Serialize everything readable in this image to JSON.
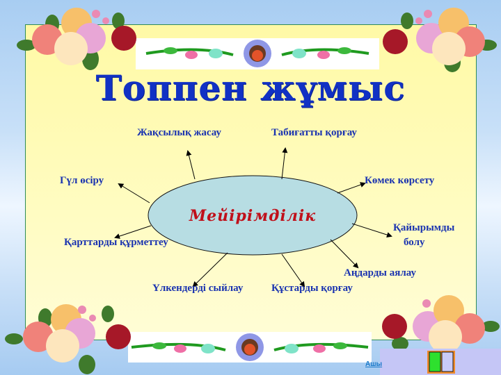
{
  "slide": {
    "title": "Топпен жұмыс",
    "center_concept": "Мейірімділік",
    "branches": [
      {
        "id": "good-deeds",
        "label": "Жақсылық жасау"
      },
      {
        "id": "protect-nature",
        "label": "Табиғатты қорғау"
      },
      {
        "id": "help",
        "label": "Көмек көрсету"
      },
      {
        "id": "grow-flowers",
        "label": "Гүл өсіру"
      },
      {
        "id": "be-kind",
        "label_line1": "Қайырымды",
        "label_line2": "болу"
      },
      {
        "id": "respect-elderly",
        "label": "Қарттарды құрметтеу"
      },
      {
        "id": "care-animals",
        "label": "Аңдарды аялау"
      },
      {
        "id": "respect-elders",
        "label": "Үлкендерді сыйлау"
      },
      {
        "id": "protect-birds",
        "label": "Құстарды қорғау"
      }
    ]
  },
  "navigation": {
    "link_label": "Ашы"
  },
  "colors": {
    "title": "#1131c4",
    "labels": "#1a33b0",
    "center_text": "#c0101a",
    "ellipse_fill": "#b7dde3",
    "panel": "#fffbb8",
    "background": "#a8cdf2"
  }
}
